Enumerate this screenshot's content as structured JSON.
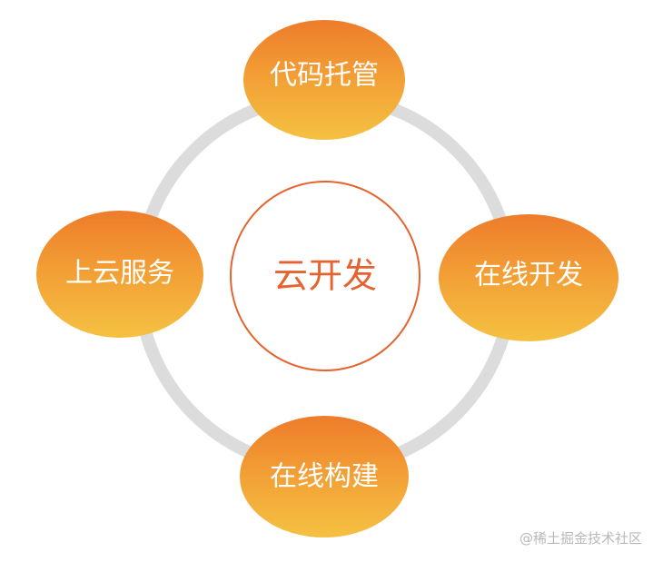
{
  "diagram": {
    "center": {
      "label": "云开发"
    },
    "nodes": [
      {
        "id": "top",
        "label": "代码托管"
      },
      {
        "id": "right",
        "label": "在线开发"
      },
      {
        "id": "bottom",
        "label": "在线构建"
      },
      {
        "id": "left",
        "label": "上云服务"
      }
    ],
    "colors": {
      "ring": "#dcdcdc",
      "node_top": "#ee7c2b",
      "node_bottom": "#f5c142",
      "center_stroke": "#e5632f",
      "center_text": "#e5632f"
    }
  },
  "watermark": "@稀土掘金技术社区"
}
